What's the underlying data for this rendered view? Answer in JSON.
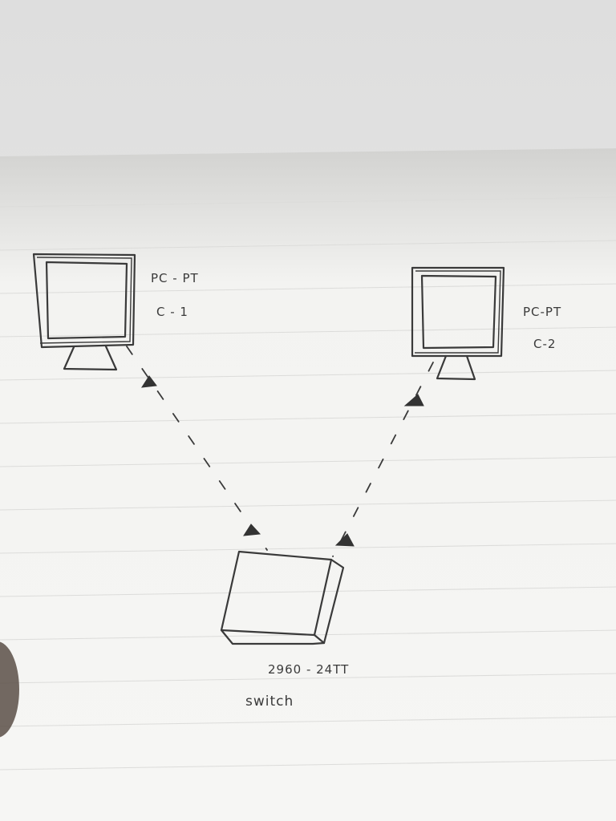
{
  "diagram": {
    "nodes": [
      {
        "id": "pc1",
        "kind": "pc",
        "model_label": "PC - PT",
        "name_label": "C - 1"
      },
      {
        "id": "pc2",
        "kind": "pc",
        "model_label": "PC-PT",
        "name_label": "C-2"
      },
      {
        "id": "switch",
        "kind": "switch",
        "model_label": "2960 - 24TT",
        "name_label": "switch"
      }
    ],
    "links": [
      {
        "from": "pc1",
        "to": "switch",
        "style": "dashed"
      },
      {
        "from": "pc2",
        "to": "switch",
        "style": "dashed"
      }
    ]
  }
}
